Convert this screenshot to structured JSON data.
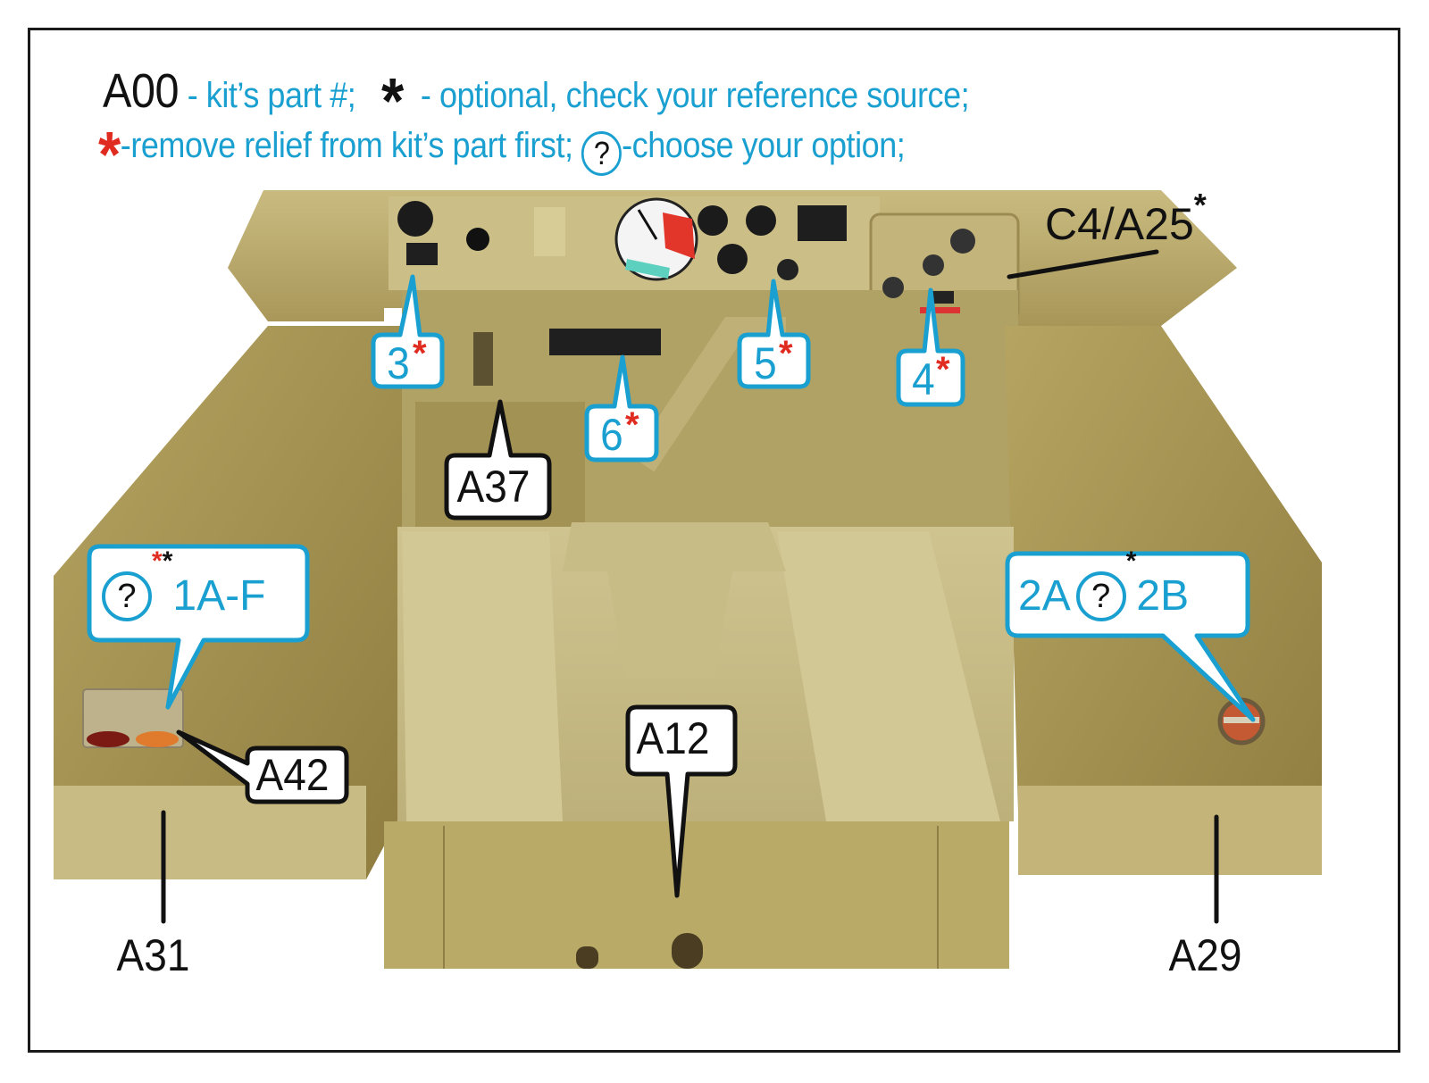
{
  "legend": {
    "line1": {
      "code_example": "A00",
      "code_desc": "- kit’s part #;",
      "optional_desc": "- optional, check your reference source;"
    },
    "line2": {
      "remove_desc": "-remove relief from kit’s part first;",
      "choose_symbol": "?",
      "choose_desc": "-choose your option;"
    }
  },
  "callouts_blue": [
    {
      "id": "3",
      "label": "3",
      "red_star": "*"
    },
    {
      "id": "5",
      "label": "5",
      "red_star": "*"
    },
    {
      "id": "4",
      "label": "4",
      "red_star": "*"
    },
    {
      "id": "6",
      "label": "6",
      "red_star": "*"
    },
    {
      "id": "1",
      "label": "1A-F",
      "choose": "?",
      "red_star": "*",
      "black_star": "*"
    },
    {
      "id": "2",
      "label_a": "2A",
      "choose": "?",
      "label_b": "2B",
      "black_star": "*"
    }
  ],
  "callouts_black": [
    {
      "id": "A37",
      "label": "A37"
    },
    {
      "id": "A12",
      "label": "A12"
    },
    {
      "id": "A42",
      "label": "A42"
    }
  ],
  "line_labels": [
    {
      "id": "C4A25",
      "label": "C4/A25",
      "black_star": "*"
    },
    {
      "id": "A31",
      "label": "A31"
    },
    {
      "id": "A29",
      "label": "A29"
    }
  ],
  "colors": {
    "accent_blue": "#1aa0d0",
    "red_star": "#e02b20",
    "resin": "#b8a86a",
    "resin_light": "#cfc18a",
    "resin_dark": "#8f7f45"
  }
}
